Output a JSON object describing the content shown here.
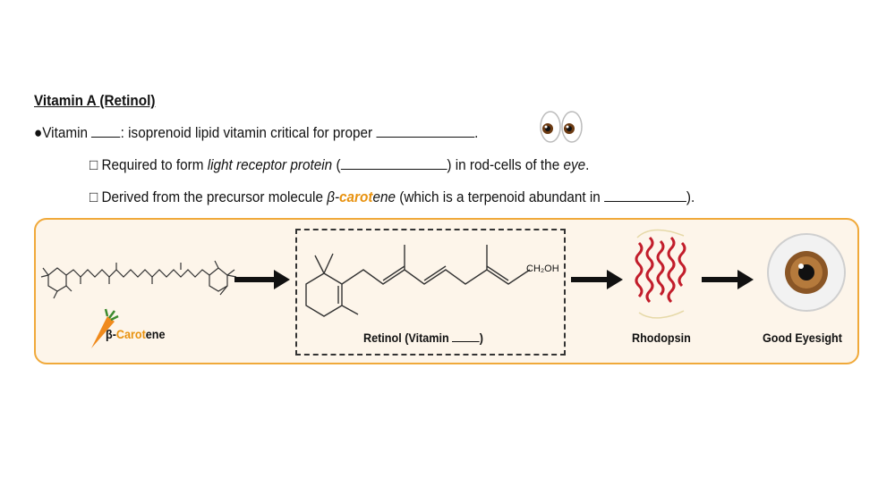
{
  "heading": "Vitamin A (Retinol)",
  "line1": {
    "bullet": "●",
    "part1": "Vitamin ",
    "part2": ": isoprenoid lipid vitamin critical for proper ",
    "part3": "."
  },
  "line2": {
    "box": "□",
    "part1": " Required to form ",
    "italic": "light receptor protein",
    "part2": " (",
    "part3": ") in rod-cells of the ",
    "italic2": "eye",
    "part4": "."
  },
  "line3": {
    "box": "□",
    "part1": " Derived from the precursor molecule ",
    "beta": "β-",
    "carot": "carot",
    "ene": "ene",
    "part2": " (which is a terpenoid abundant in ",
    "part3": ")."
  },
  "diagram": {
    "carotene_label_prefix": "β-",
    "carotene_label_orange": "Carot",
    "carotene_label_suffix": "ene",
    "retinol_label": "Retinol (Vitamin ",
    "retinol_label_end": ")",
    "ch2oh": "CH₂OH",
    "rhodopsin_label": "Rhodopsin",
    "eyesight_label": "Good Eyesight"
  },
  "icons": [
    "eyes-emoji",
    "carrot-icon",
    "arrow-right-icon",
    "protein-structure-icon",
    "eyeball-icon"
  ],
  "colors": {
    "accent": "#e8920f",
    "panel_border": "#f0a93a",
    "panel_bg": "#fdf5ea"
  }
}
